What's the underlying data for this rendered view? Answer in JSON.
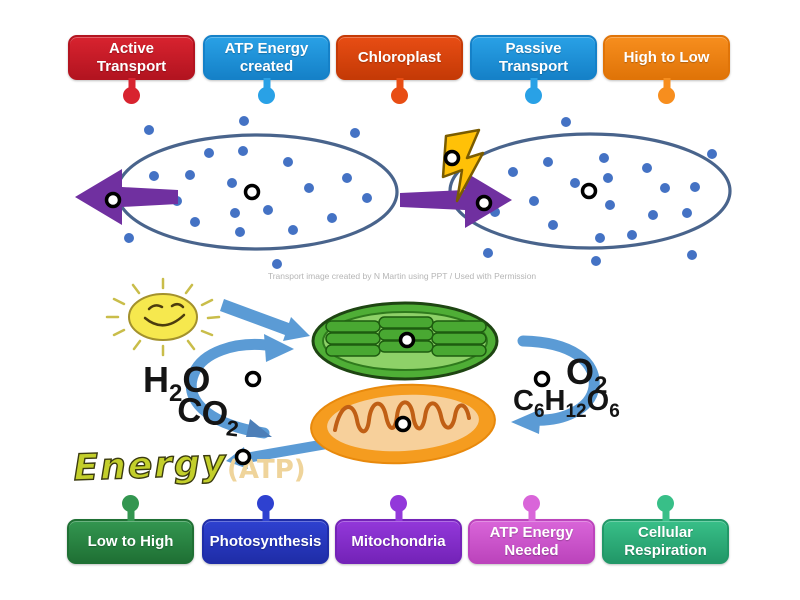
{
  "labels": {
    "top": [
      {
        "text": "Active Transport",
        "color": "#d8232f",
        "color_dark": "#b31420"
      },
      {
        "text": "ATP Energy created",
        "color": "#29a1e6",
        "color_dark": "#1581c8"
      },
      {
        "text": "Chloroplast",
        "color": "#e84d14",
        "color_dark": "#c53a06"
      },
      {
        "text": "Passive Transport",
        "color": "#29a1e6",
        "color_dark": "#1581c8"
      },
      {
        "text": "High to Low",
        "color": "#f78e1e",
        "color_dark": "#e07408"
      }
    ],
    "bottom": [
      {
        "text": "Low to High",
        "color": "#339650",
        "color_dark": "#1f7034"
      },
      {
        "text": "Photosynthesis",
        "color": "#2e41d0",
        "color_dark": "#1f2da8"
      },
      {
        "text": "Mitochondria",
        "color": "#9338da",
        "color_dark": "#7423b8"
      },
      {
        "text": "ATP Energy Needed",
        "color": "#d965d9",
        "color_dark": "#bc44bc"
      },
      {
        "text": "Cellular Respiration",
        "color": "#38bf88",
        "color_dark": "#229868"
      }
    ]
  },
  "diagram": {
    "caption": "Transport image created by N Martin using PPT / Used with Permission",
    "molecules": {
      "h2o": [
        "H",
        "2",
        "O"
      ],
      "co2": [
        "CO",
        "2"
      ],
      "o2": [
        "O",
        "2"
      ],
      "c6h12o6": [
        "C",
        "6",
        "H",
        "12",
        "O",
        "6"
      ]
    },
    "energy": {
      "word": "Energy",
      "atp": "(ATP)"
    },
    "icons": [
      "sun-icon",
      "lightning-bolt-icon",
      "chloroplast-icon",
      "mitochondria-icon",
      "purple-arrow-icon",
      "blue-arrow-icon",
      "answer-target-ring"
    ],
    "colors": {
      "solute_dot": "#4472c4",
      "cell_outline": "#49648c",
      "arrow_purple": "#7030a0",
      "lightning_yellow": "#ffc107",
      "arrow_blue": "#5b9bd5",
      "chloroplast_green": "#4fae36",
      "mitochondria_orange": "#f59c1f"
    }
  }
}
